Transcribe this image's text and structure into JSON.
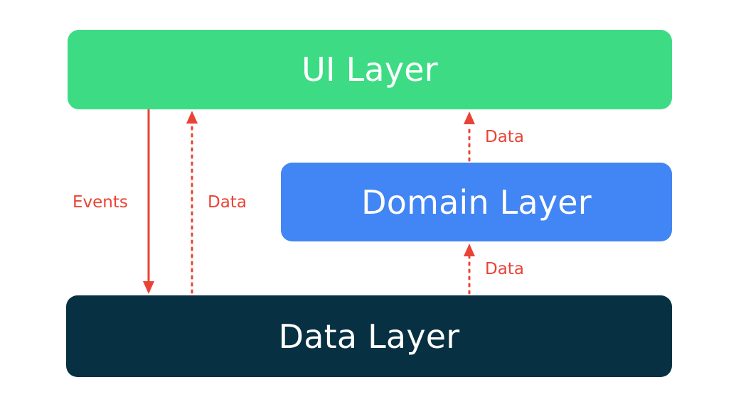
{
  "layers": {
    "ui": {
      "label": "UI Layer",
      "color": "#3ddc84",
      "text_color": "#ffffff"
    },
    "domain": {
      "label": "Domain Layer",
      "color": "#4285f4",
      "text_color": "#ffffff"
    },
    "data": {
      "label": "Data Layer",
      "color": "#073042",
      "text_color": "#ffffff"
    }
  },
  "arrows": {
    "color": "#ea4335",
    "events_label": "Events",
    "data_left_label": "Data",
    "data_top_label": "Data",
    "data_bottom_label": "Data"
  }
}
